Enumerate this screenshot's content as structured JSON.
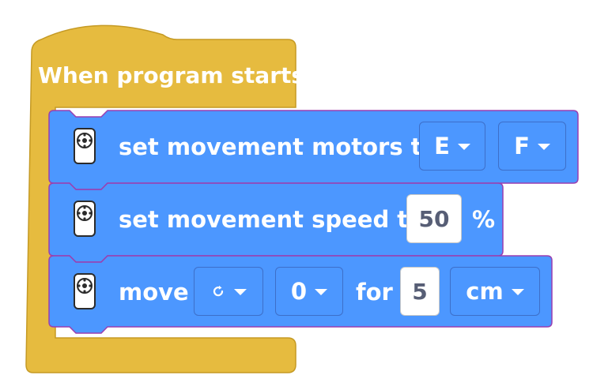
{
  "hat": {
    "label": "When program starts"
  },
  "blocks": [
    {
      "label": "set movement motors to",
      "motor_left": "E",
      "motor_right": "F"
    },
    {
      "label": "set movement speed to",
      "speed": "50",
      "unit": "%"
    },
    {
      "label": "move",
      "direction_icon": "rotate-icon",
      "steer": "0",
      "for_label": "for",
      "amount": "5",
      "unit": "cm"
    }
  ],
  "colors": {
    "event_block": "#e6bb3f",
    "event_border": "#c59a24",
    "motion_block": "#4c97ff",
    "motion_border": "#9a3fb0",
    "field_border": "#3d6fc9"
  },
  "icons": [
    "motor-hub-icon",
    "caret-down-icon",
    "rotate-icon"
  ]
}
